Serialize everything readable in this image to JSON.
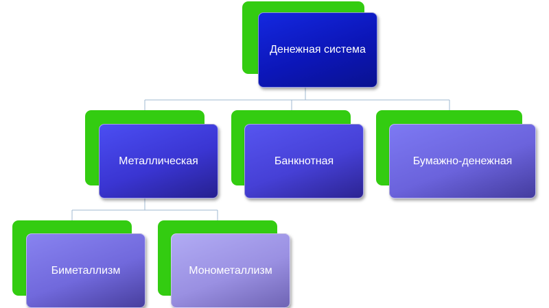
{
  "diagram": {
    "root": {
      "label": "Денежная система"
    },
    "level1": [
      {
        "label": "Металлическая"
      },
      {
        "label": "Банкнотная"
      },
      {
        "label": "Бумажно-денежная"
      }
    ],
    "level2": [
      {
        "label": "Биметаллизм"
      },
      {
        "label": "Монометаллизм"
      }
    ]
  },
  "colors": {
    "accent_green": "#33cc11",
    "root_blue": "#0c16b8",
    "connector": "#9fb8d0"
  }
}
